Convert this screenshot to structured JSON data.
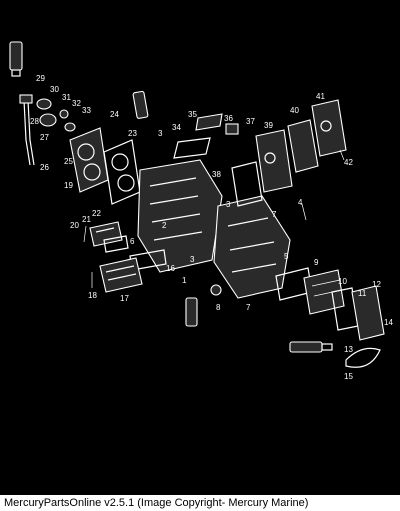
{
  "caption": "MercuryPartsOnline v2.5.1 (Image Copyright- Mercury Marine)",
  "callouts": [
    "1",
    "2",
    "3",
    "3",
    "3",
    "4",
    "5",
    "6",
    "7",
    "7",
    "8",
    "9",
    "10",
    "11",
    "12",
    "13",
    "14",
    "15",
    "16",
    "17",
    "18",
    "19",
    "20",
    "21",
    "22",
    "23",
    "24",
    "25",
    "26",
    "27",
    "28",
    "29",
    "30",
    "31",
    "32",
    "33",
    "34",
    "35",
    "36",
    "37",
    "38",
    "39",
    "40",
    "41",
    "42"
  ]
}
